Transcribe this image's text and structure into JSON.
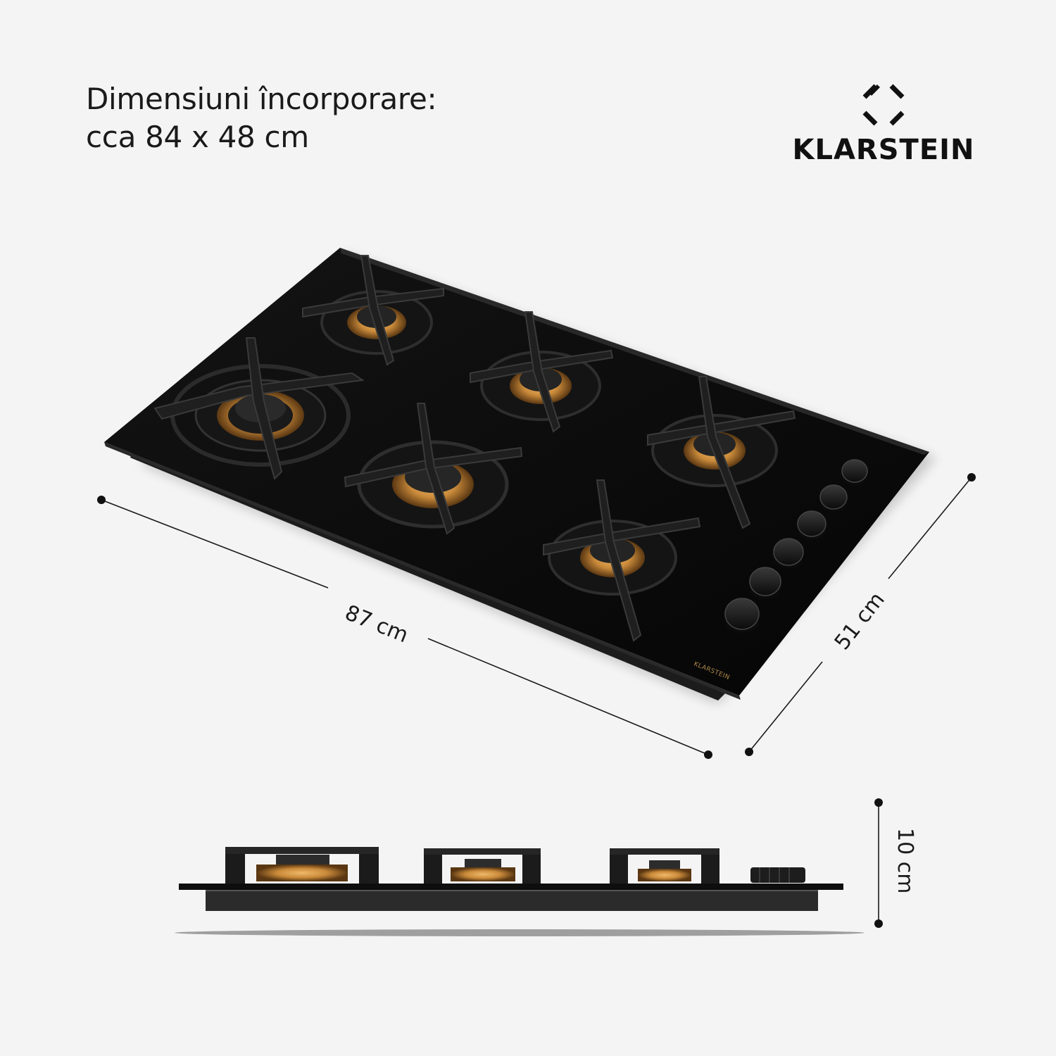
{
  "headline": {
    "line1": "Dimensiuni încorporare:",
    "line2": "cca 84 x 48 cm"
  },
  "brand": {
    "name": "KLARSTEIN",
    "icon": "klarstein-logo-icon"
  },
  "dimensions": {
    "width": "87 cm",
    "depth": "51 cm",
    "height": "10 cm"
  },
  "product": {
    "hob_brand": "KLARSTEIN",
    "burners": 6,
    "knobs": 6
  },
  "colors": {
    "background": "#f4f4f4",
    "glass": "#070707",
    "brass": "#c98a3a",
    "text": "#1a1a1a"
  }
}
